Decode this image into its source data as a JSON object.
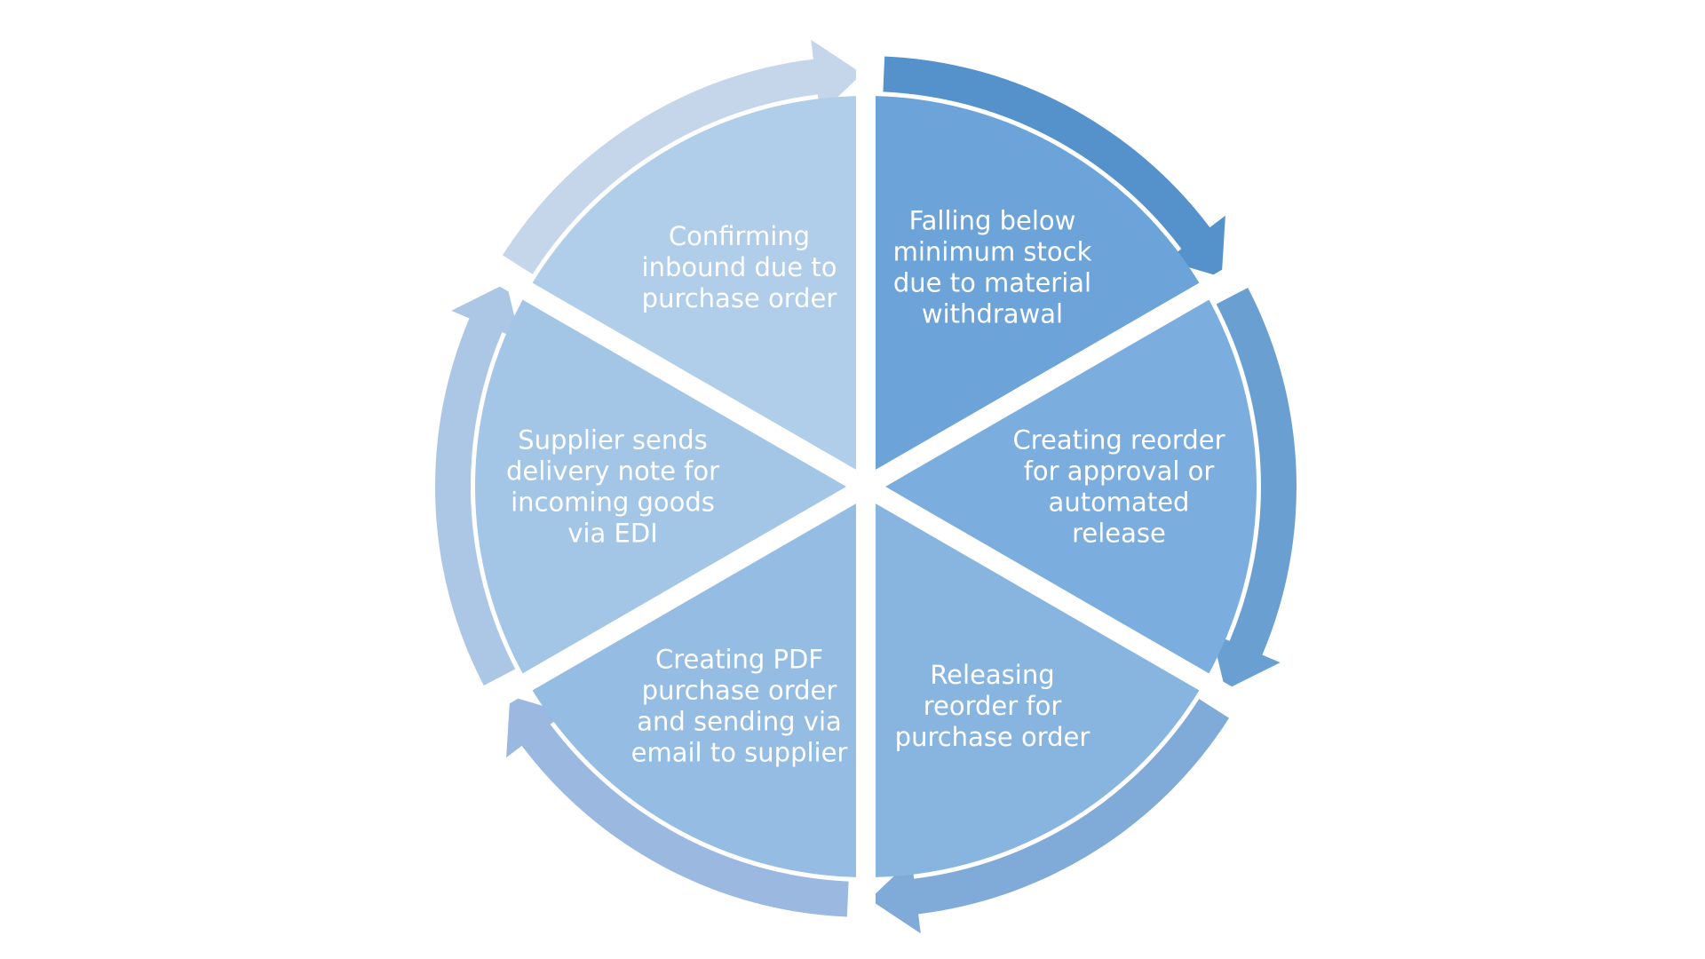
{
  "diagram": {
    "type": "cycle",
    "steps": [
      {
        "lines": [
          "Falling below",
          "minimum stock",
          "due to material",
          "withdrawal"
        ],
        "fill": "#6ca4da",
        "arrow": "#5591cb"
      },
      {
        "lines": [
          "Creating reorder",
          "for approval or",
          "automated",
          "release"
        ],
        "fill": "#7badde",
        "arrow": "#6a9fd2"
      },
      {
        "lines": [
          "Releasing",
          "reorder for",
          "purchase order"
        ],
        "fill": "#88b5e0",
        "arrow": "#80aad8"
      },
      {
        "lines": [
          "Creating PDF",
          "purchase order",
          "and sending via",
          "email to supplier"
        ],
        "fill": "#95bce3",
        "arrow": "#9ab8e0"
      },
      {
        "lines": [
          "Supplier sends",
          "delivery note for",
          "incoming goods",
          "via EDI"
        ],
        "fill": "#a3c5e6",
        "arrow": "#acc6e5"
      },
      {
        "lines": [
          "Confirming",
          "inbound due to",
          "purchase order"
        ],
        "fill": "#b0cde9",
        "arrow": "#c5d5ea"
      }
    ]
  }
}
